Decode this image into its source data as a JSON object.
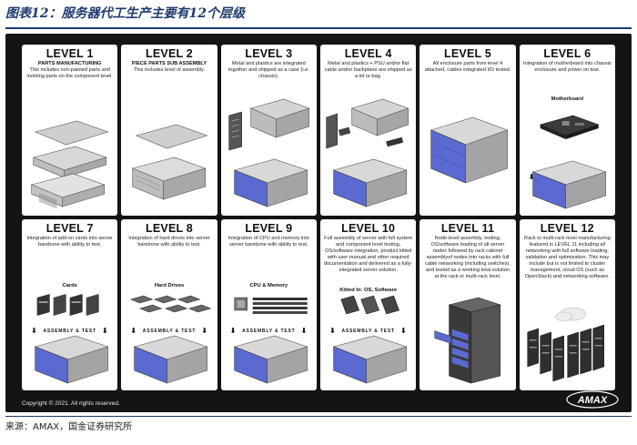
{
  "figure_title": "图表12：服务器代工生产主要有12个层级",
  "source": "来源：AMAX，国金证券研究所",
  "copyright": "Copyright © 2021. All rights reserved.",
  "logo_text": "AMAX",
  "assembly_label": "ASSEMBLY & TEST",
  "colors": {
    "title": "#1f3a6e",
    "panel": "#141414",
    "accent": "#5b6ad0"
  },
  "levels": [
    {
      "title": "LEVEL 1",
      "subtitle": "PARTS MANUFACTURING",
      "description": "This includes non-painted parts and molding parts on the component level.",
      "icon": "parts-chassis-exploded-icon"
    },
    {
      "title": "LEVEL 2",
      "subtitle": "PIECE PARTS SUB ASSEMBLY",
      "description": "This includes level of assembly.",
      "icon": "chassis-subassembly-icon"
    },
    {
      "title": "LEVEL 3",
      "subtitle": "",
      "description": "Metal and plastics are integrated together and shipped as a case (i.e. chassis).",
      "icon": "chassis-case-icon"
    },
    {
      "title": "LEVEL 4",
      "subtitle": "",
      "description": "Metal and plastics + PSU and/or flat cable and/or backplane are shipped as a kit or bag.",
      "icon": "chassis-kit-icon"
    },
    {
      "title": "LEVEL 5",
      "subtitle": "",
      "description": "All enclosure parts from level 4 attached, cables integrated I/O tested.",
      "icon": "enclosure-icon"
    },
    {
      "title": "LEVEL 6",
      "subtitle": "",
      "description": "Integration of motherboard into chassis enclosure and power on test.",
      "part_label": "Motherboard",
      "icon": "motherboard-icon"
    },
    {
      "title": "LEVEL 7",
      "subtitle": "",
      "description": "Integration of add-on cards into server barebone with ability to test.",
      "part_label": "Cards",
      "icon": "add-on-cards-icon"
    },
    {
      "title": "LEVEL 8",
      "subtitle": "",
      "description": "Integration of hard drives into server barebone with ability to test.",
      "part_label": "Hard Drives",
      "icon": "hard-drives-icon"
    },
    {
      "title": "LEVEL 9",
      "subtitle": "",
      "description": "Integration of CPU and memory into server barebone with ability to test.",
      "part_label": "CPU & Memory",
      "icon": "cpu-memory-icon"
    },
    {
      "title": "LEVEL 10",
      "subtitle": "",
      "description": "Full assembly of server with full system and component level testing, OS/software integration, product kitted with user manual and other required documentation and delivered as a fully-integrated server solution.",
      "part_label": "Kitted In: OS, Software",
      "icon": "software-kit-icon"
    },
    {
      "title": "LEVEL 11",
      "subtitle": "",
      "description": "Node-level assembly, testing, OS/software loading of all server nodes followed by rack cabinet assemblyof nodes into racks with full cable networking (including switches), and tested as a working total solution at the rack or multi-rack level.",
      "icon": "server-rack-icon"
    },
    {
      "title": "LEVEL 12",
      "subtitle": "",
      "description": "Rack to multi-rack level manufacturing featured in LEVEL 11 including all networking with full software loading, validation and optimization. This may include but is not limited to cluster management, cloud OS (such as OpenStack) and networking software.",
      "icon": "multi-rack-cloud-icon"
    }
  ]
}
